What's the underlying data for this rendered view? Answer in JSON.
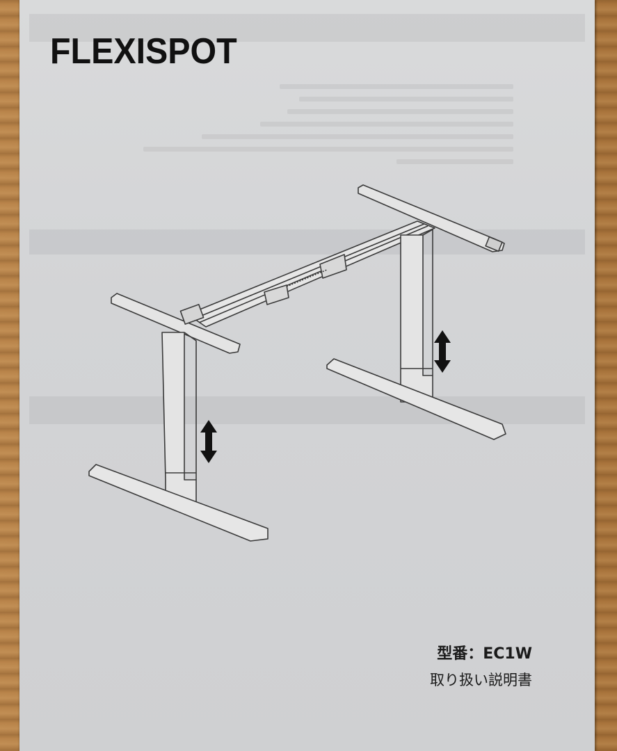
{
  "document": {
    "brand": "FLEXISPOT",
    "model_label": "型番：EC1W",
    "subtitle": "取り扱い説明書",
    "illustration": "standing-desk-frame-icon",
    "height_adjust_indicators": [
      "double-arrow-vertical-icon",
      "double-arrow-vertical-icon"
    ]
  },
  "colors": {
    "paper": "#d6d7d9",
    "ink": "#111111",
    "wood_background": "#b07a3e"
  }
}
